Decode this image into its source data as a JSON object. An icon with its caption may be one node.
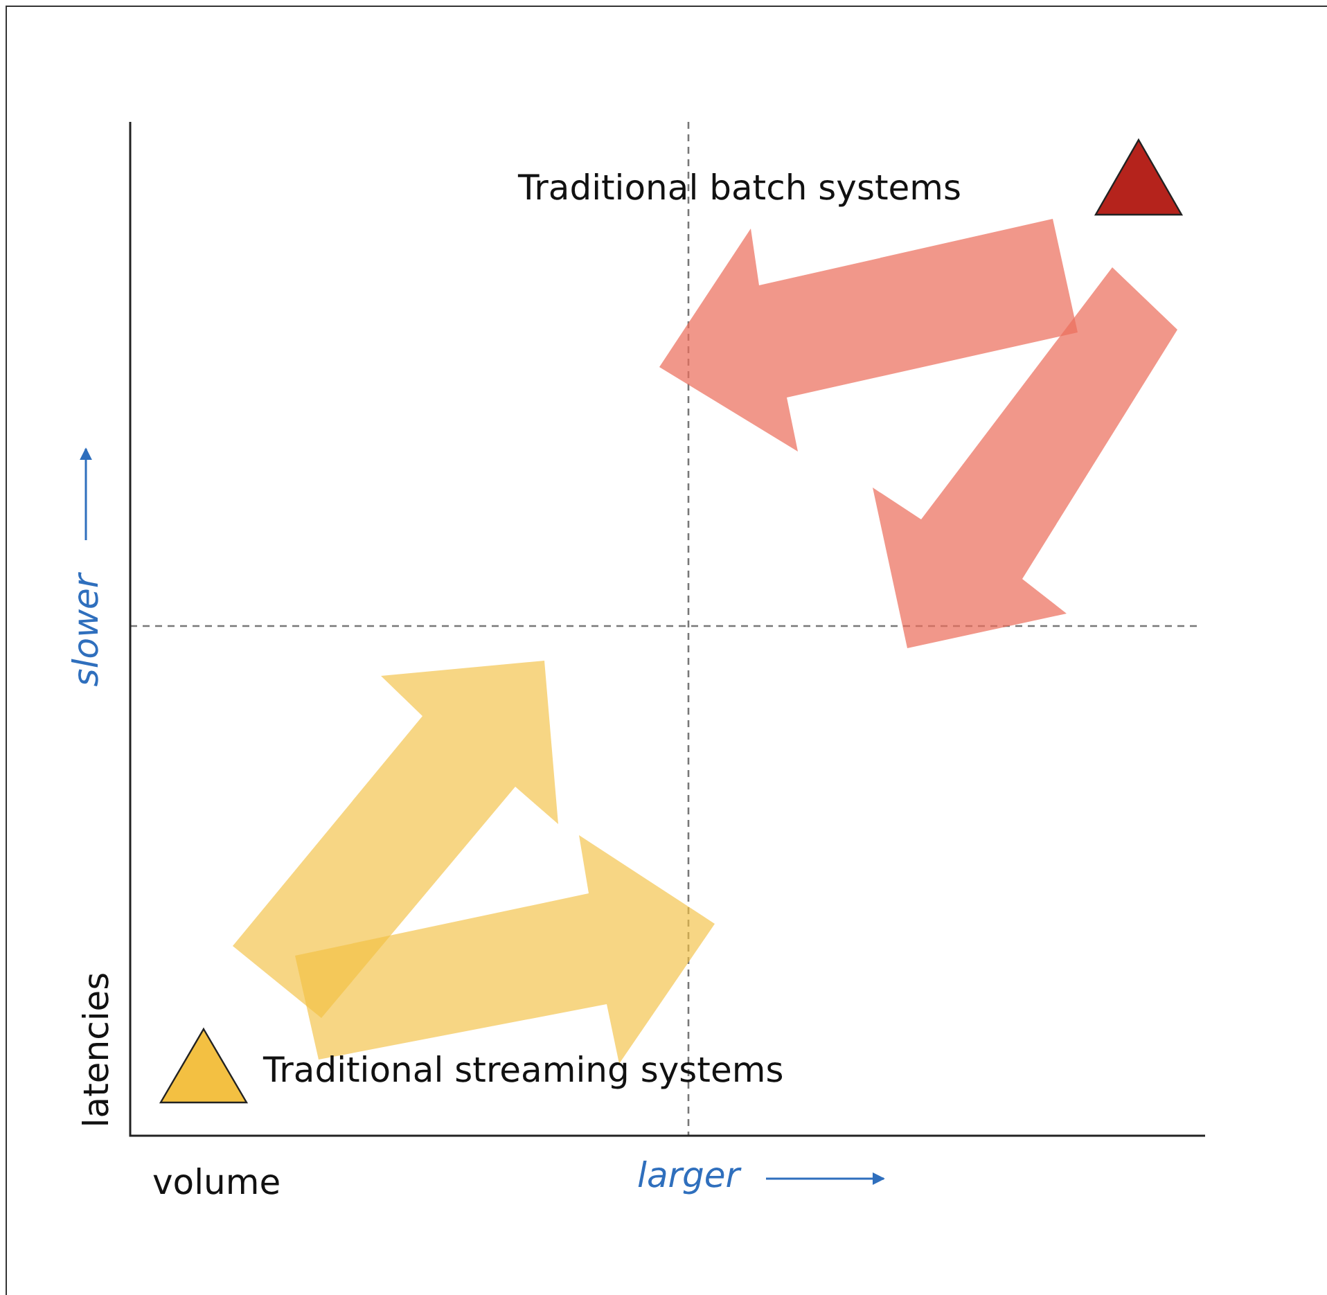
{
  "diagram": {
    "labels": [
      "Traditional batch systems",
      "slower",
      "latencies",
      "Traditional streaming systems",
      "volume",
      "larger"
    ]
  }
}
